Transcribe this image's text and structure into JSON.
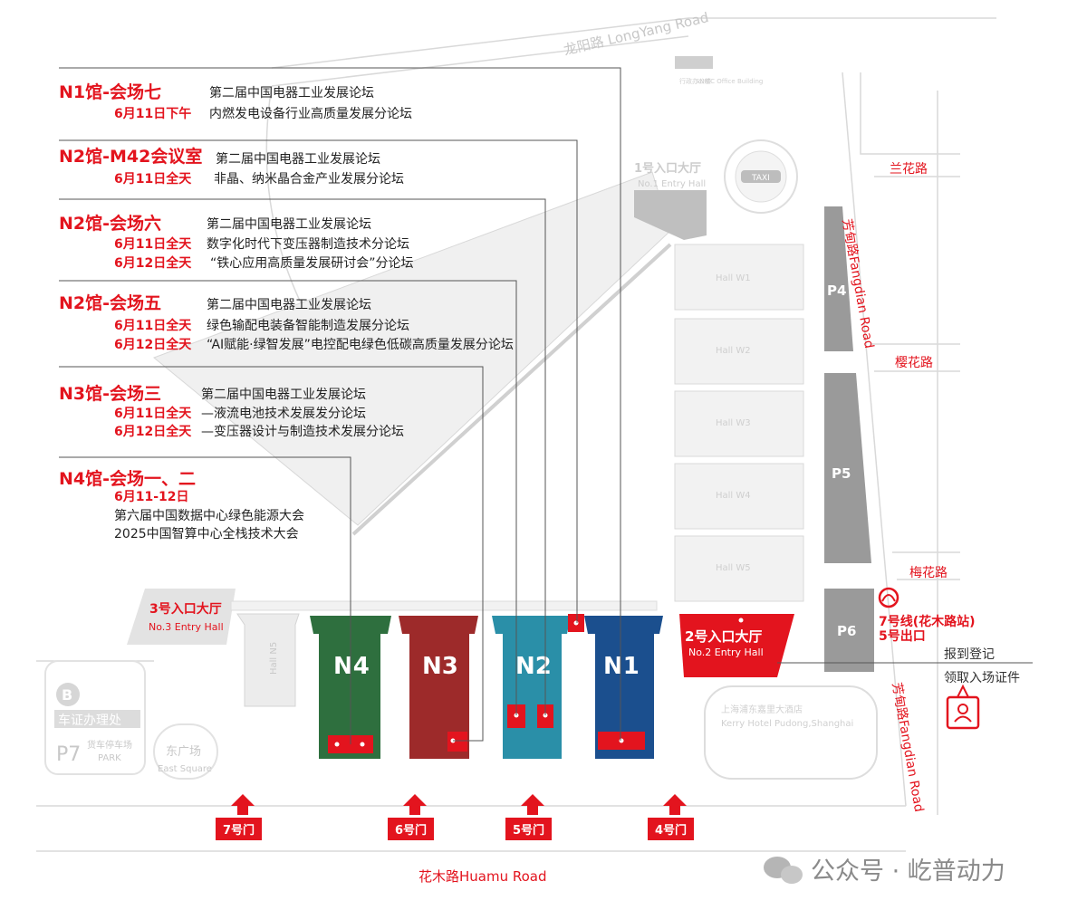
{
  "colors": {
    "red": "#e3141e",
    "n4": "#2e6f3e",
    "n3": "#9d2a2a",
    "n2": "#2a8fa8",
    "n1": "#1b4f8e",
    "grey_building": "#ececec",
    "parking": "#9a9a9a"
  },
  "venues": [
    {
      "hall": "N1馆-会场七",
      "lines": [
        {
          "date": "",
          "event": "第二届中国电器工业发展论坛"
        },
        {
          "date": "6月11日下午",
          "event": "内燃发电设备行业高质量发展分论坛"
        }
      ]
    },
    {
      "hall": "N2馆-M42会议室",
      "lines": [
        {
          "date": "",
          "event": "第二届中国电器工业发展论坛"
        },
        {
          "date": "6月11日全天",
          "event": "非晶、纳米晶合金产业发展分论坛"
        }
      ]
    },
    {
      "hall": "N2馆-会场六",
      "lines": [
        {
          "date": "",
          "event": "第二届中国电器工业发展论坛"
        },
        {
          "date": "6月11日全天",
          "event": "数字化时代下变压器制造技术分论坛"
        },
        {
          "date": "6月12日全天",
          "event": "“铁心应用高质量发展研讨会”分论坛"
        }
      ]
    },
    {
      "hall": "N2馆-会场五",
      "lines": [
        {
          "date": "",
          "event": "第二届中国电器工业发展论坛"
        },
        {
          "date": "6月11日全天",
          "event": "绿色输配电装备智能制造发展分论坛"
        },
        {
          "date": "6月12日全天",
          "event": "“AI赋能·绿智发展”电控配电绿色低碳高质量发展分论坛"
        }
      ]
    },
    {
      "hall": "N3馆-会场三",
      "lines": [
        {
          "date": "",
          "event": "第二届中国电器工业发展论坛"
        },
        {
          "date": "6月11日全天",
          "event": "—液流电池技术发展发分论坛"
        },
        {
          "date": "6月12日全天",
          "event": "—变压器设计与制造技术发展分论坛"
        }
      ]
    },
    {
      "hall": "N4馆-会场一、二",
      "lines": [
        {
          "date": "6月11-12日",
          "event": ""
        },
        {
          "date": "",
          "event": "第六届中国数据中心绿色能源大会"
        },
        {
          "date": "",
          "event": "2025中国智算中心全栈技术大会"
        }
      ]
    }
  ],
  "halls": {
    "n4": "N4",
    "n3": "N3",
    "n2": "N2",
    "n1": "N1"
  },
  "gates": [
    "7号门",
    "6号门",
    "5号门",
    "4号门"
  ],
  "entries": {
    "no1": {
      "cn": "1号入口大厅",
      "en": "No.1 Entry Hall"
    },
    "no2": {
      "cn": "2号入口大厅",
      "en": "No.2 Entry Hall"
    },
    "no3": {
      "cn": "3号入口大厅",
      "en": "No.3 Entry Hall"
    }
  },
  "roads": {
    "longyang": "龙阳路  LongYang Road",
    "huamu": "花木路Huamu Road",
    "fangdian_top": "芳甸路Fangdian Road",
    "fangdian_bottom": "芳甸路Fangdian Road",
    "lanhua": "兰花路",
    "yinghua": "樱花路",
    "meihua": "梅花路"
  },
  "parking": {
    "p4": "P4",
    "p5": "P5",
    "p6": "P6",
    "p7": "P7"
  },
  "west_halls": [
    "Hall W1",
    "Hall W2",
    "Hall W3",
    "Hall W4",
    "Hall W5"
  ],
  "metro": {
    "line1": "7号线(花木路站)",
    "line2": "5号出口"
  },
  "registration": {
    "line1": "报到登记",
    "line2": "领取入场证件"
  },
  "east_square": {
    "cn": "东广场",
    "en": "East Square"
  },
  "p7_text": {
    "cn": "货车停车场",
    "en": "PARK"
  },
  "pass_office": "车证办理处",
  "kerry": {
    "cn": "上海浦东嘉里大酒店",
    "en": "Kerry Hotel Pudong,Shanghai"
  },
  "office_building": {
    "cn": "行政办公楼",
    "en": "SNIEC Office Building"
  },
  "n5": "Hall N5",
  "taxi": "TAXI",
  "watermark": "公众号 · 屹普动力"
}
